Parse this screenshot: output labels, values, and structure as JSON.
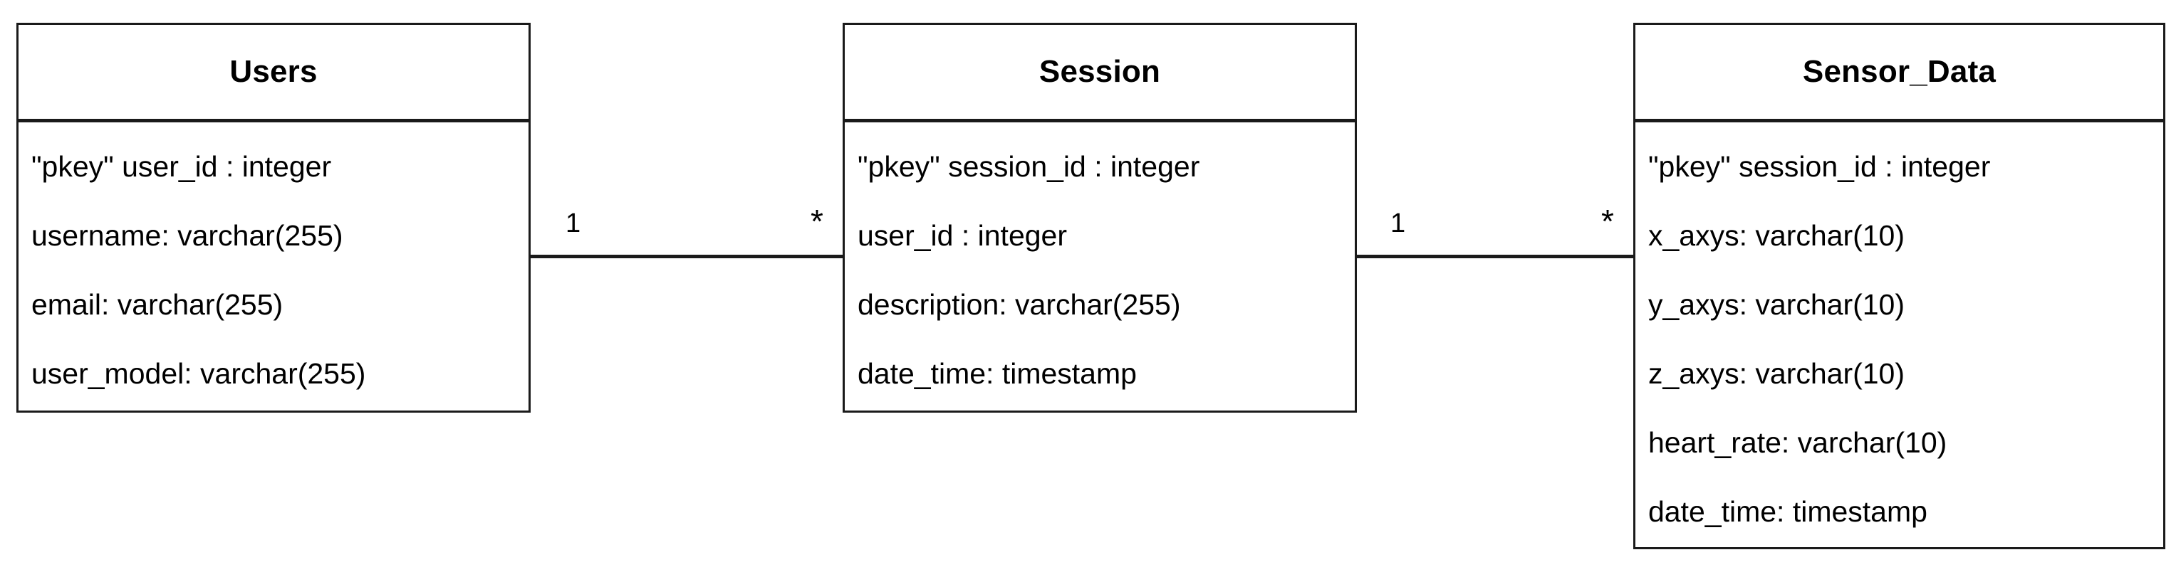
{
  "diagram": {
    "type": "entity-relationship-diagram",
    "background_color": "#ffffff",
    "line_color": "#1a1a1a",
    "text_color": "#000000"
  },
  "entities": [
    {
      "name": "Users",
      "attributes": [
        "\"pkey\" user_id : integer",
        "username: varchar(255)",
        "email: varchar(255)",
        "user_model: varchar(255)"
      ]
    },
    {
      "name": "Session",
      "attributes": [
        "\"pkey\" session_id : integer",
        "user_id : integer",
        "description: varchar(255)",
        "date_time: timestamp"
      ]
    },
    {
      "name": "Sensor_Data",
      "attributes": [
        "\"pkey\" session_id : integer",
        "x_axys: varchar(10)",
        "y_axys: varchar(10)",
        "z_axys: varchar(10)",
        "heart_rate: varchar(10)",
        "date_time: timestamp"
      ]
    }
  ],
  "relationships": [
    {
      "from": "Users",
      "to": "Session",
      "source_cardinality": "1",
      "target_cardinality": "*"
    },
    {
      "from": "Session",
      "to": "Sensor_Data",
      "source_cardinality": "1",
      "target_cardinality": "*"
    }
  ]
}
